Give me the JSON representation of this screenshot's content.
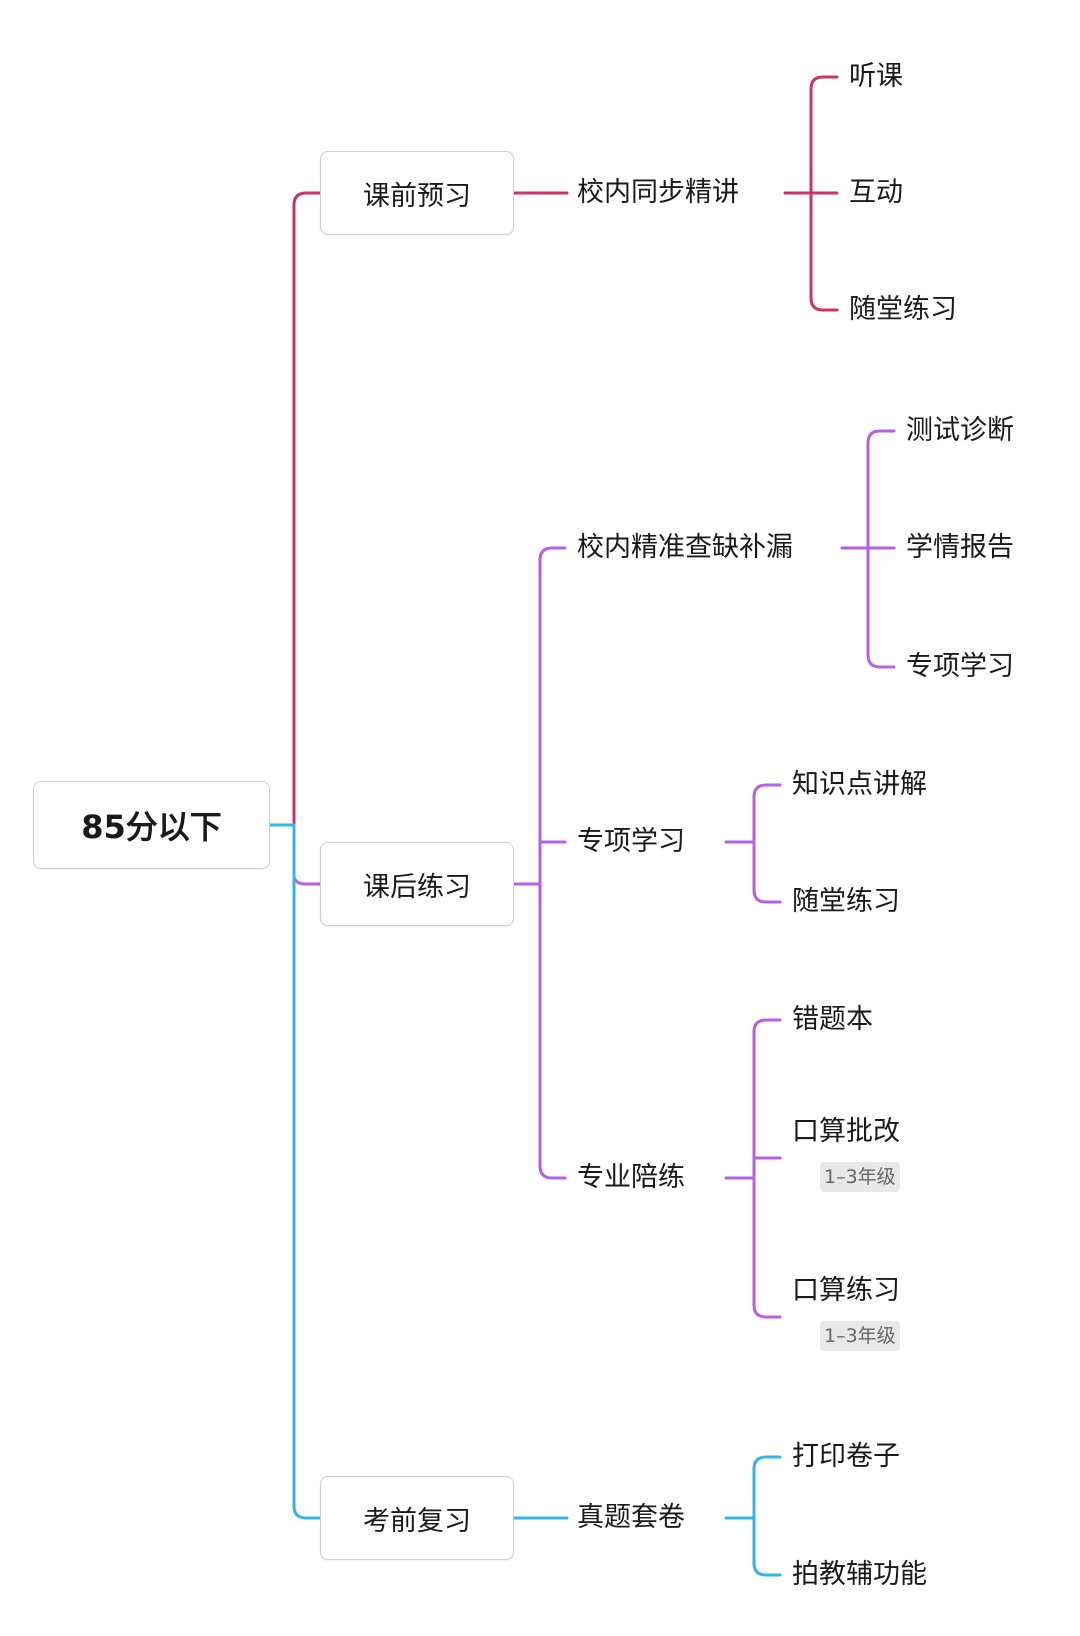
{
  "colors": {
    "preview_branch": "#c9336a",
    "practice_branch": "#b760e0",
    "review_branch": "#35b4e6"
  },
  "root": {
    "label": "85分以下"
  },
  "branches": {
    "preview": {
      "label": "课前预习",
      "topic": "校内同步精讲",
      "items": [
        "听课",
        "互动",
        "随堂练习"
      ]
    },
    "practice": {
      "label": "课后练习",
      "topics": [
        {
          "label": "校内精准查缺补漏",
          "items": [
            "测试诊断",
            "学情报告",
            "专项学习"
          ]
        },
        {
          "label": "专项学习",
          "items": [
            "知识点讲解",
            "随堂练习"
          ]
        },
        {
          "label": "专业陪练",
          "items": [
            "错题本",
            "口算批改",
            "口算练习"
          ],
          "tags": [
            "1–3年级",
            "1–3年级"
          ]
        }
      ]
    },
    "review": {
      "label": "考前复习",
      "topic": "真题套卷",
      "items": [
        "打印卷子",
        "拍教辅功能"
      ]
    }
  }
}
